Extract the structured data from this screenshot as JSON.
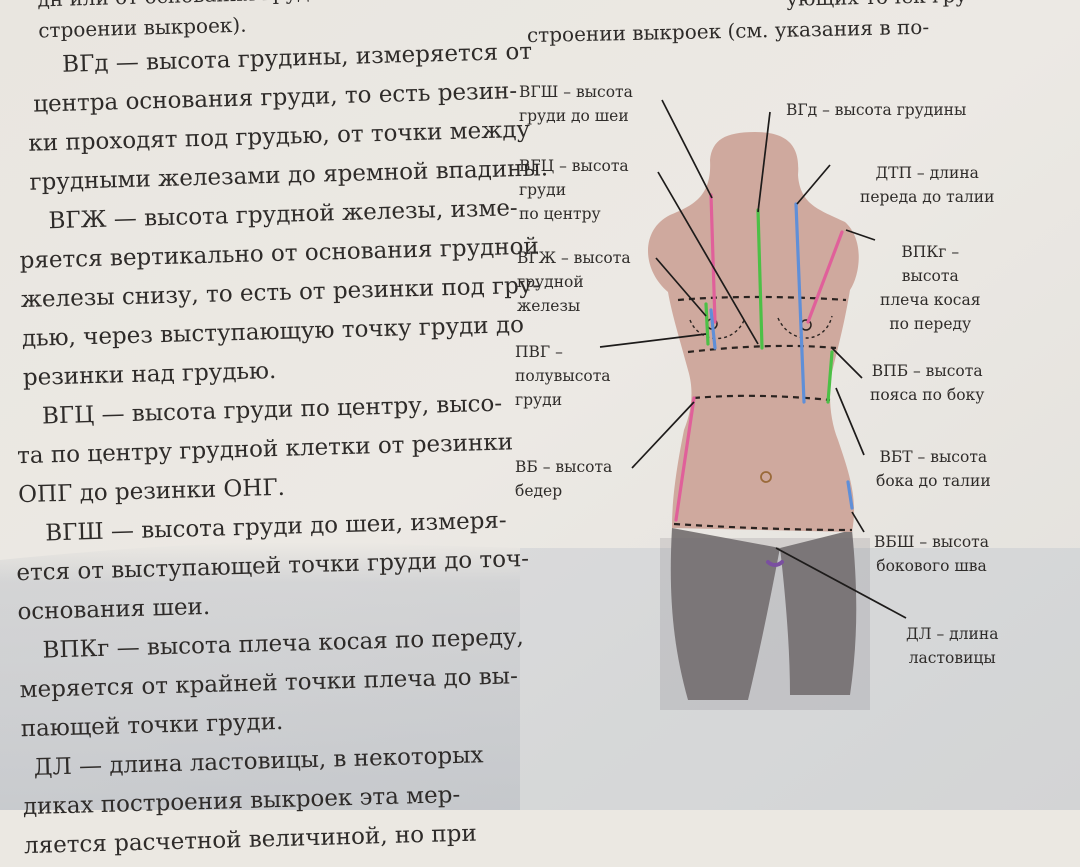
{
  "page_text": {
    "top_right_lines": [
      "ующих точек гру-",
      "строении выкроек (см. указания в по-"
    ],
    "left_lines": [
      "дн или от основания грудной железы в зависимости от выкройки",
      "строении выкроек).",
      "ВГд — высота грудины, измеряется от",
      "центра основания груди, то есть резин-",
      "ки проходят под грудью, от точки между",
      "грудными железами до яремной впадины.",
      "ВГЖ — высота грудной железы, изме-",
      "ряется вертикально от основания грудной",
      "железы снизу, то есть от резинки под гру-",
      "дью, через выступающую точку груди до",
      "резинки над грудью.",
      "ВГЦ — высота груди по центру, высо-",
      "та по центру грудной клетки от резинки",
      "ОПГ до резинки ОНГ.",
      "ВГШ — высота груди до шеи, измеря-",
      "ется от выступающей точки груди до точ-",
      "основания шеи.",
      "ВПКг — высота плеча косая по переду,",
      "меряется от крайней точки плеча до вы-",
      "пающей точки груди.",
      "ДЛ — длина ластовицы, в некоторых",
      "диках построения выкроек эта мер-",
      "ляется расчетной величиной, но при"
    ]
  },
  "figure_labels": {
    "vgsh": [
      "ВГШ – высота",
      "груди до шеи"
    ],
    "vgts": [
      "ВГЦ – высота",
      "груди",
      "по центру"
    ],
    "vgzh": [
      "ВГЖ – высота",
      "грудной",
      "железы"
    ],
    "pvg": [
      "ПВГ –",
      "полувысота",
      "груди"
    ],
    "vb": [
      "ВБ – высота",
      "бедер"
    ],
    "vgd": [
      "ВГд – высота грудины"
    ],
    "dtp": [
      "ДТП – длина",
      "переда до талии"
    ],
    "vpkg": [
      "ВПКг –",
      "высота",
      "плеча косая",
      "по переду"
    ],
    "vpb": [
      "ВПБ – высота",
      "пояса по боку"
    ],
    "vbt": [
      "ВБТ – высота",
      "бока до талии"
    ],
    "vbsh": [
      "ВБШ – высота",
      "бокового шва"
    ],
    "dl": [
      "ДЛ – длина",
      "ластовицы"
    ]
  },
  "colors": {
    "page_bg": "#ebe8e2",
    "text": "#2e2b29",
    "torso": "#cfa99e",
    "legs": "#7e7979",
    "pink": "#e0609a",
    "green": "#4cc046",
    "blue": "#5f8fd8",
    "purple": "#7a4fa0",
    "leader": "#1d1b1a"
  }
}
